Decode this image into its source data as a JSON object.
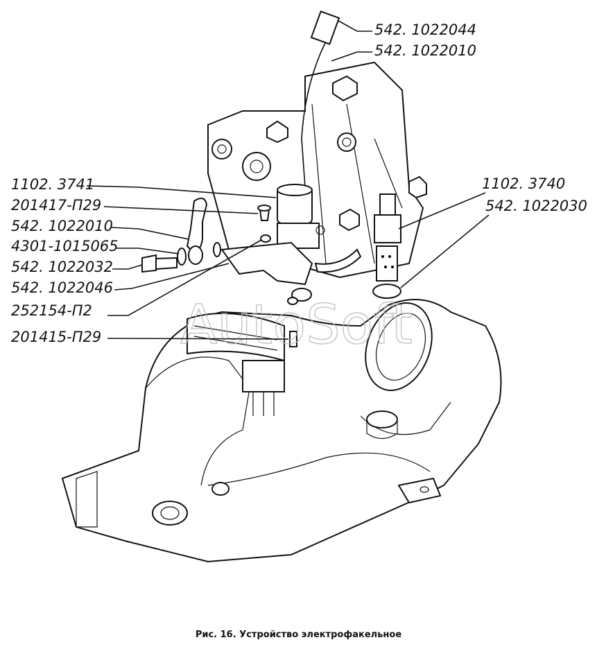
{
  "figure": {
    "caption": "Рис. 16. Устройство электрофакельное",
    "watermark": "AutoSoft",
    "labels_left": [
      "1102. 3741",
      "201417-П29",
      "542. 1022010",
      "4301-1015065",
      "542. 1022032",
      "542. 1022046",
      "252154-П2",
      "201415-П29"
    ],
    "labels_right": [
      "542. 1022044",
      "542. 1022010",
      "1102. 3740",
      "542. 1022030"
    ]
  }
}
